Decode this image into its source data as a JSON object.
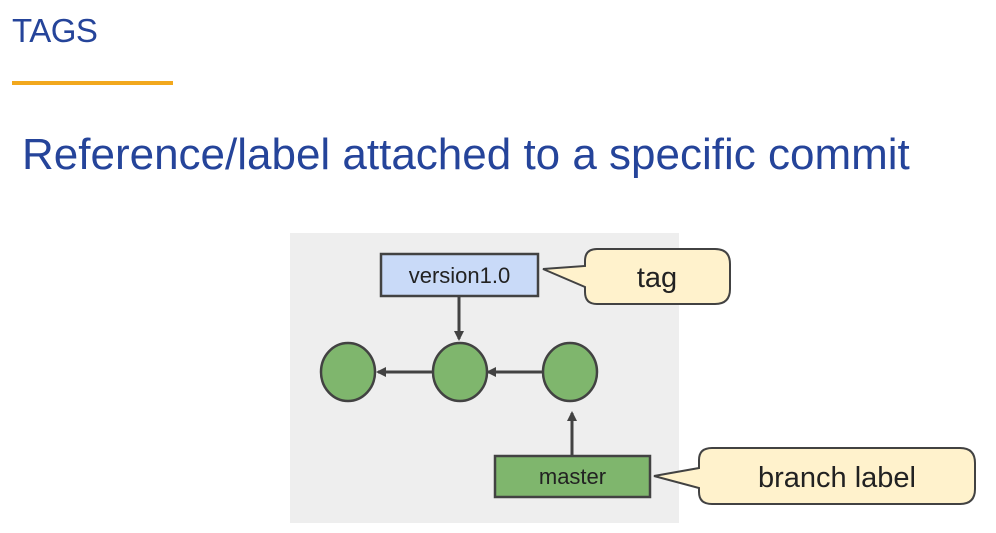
{
  "header": {
    "section_title": "TAGS",
    "headline": "Reference/label attached to a specific commit"
  },
  "diagram": {
    "tag_box": {
      "label": "version1.0",
      "fill": "#c9daf8"
    },
    "branch_box": {
      "label": "master",
      "fill": "#7fb66d"
    },
    "callouts": {
      "tag": "tag",
      "branch": "branch label"
    },
    "commits": [
      {
        "id": "commit-1",
        "fill": "#7fb66d"
      },
      {
        "id": "commit-2",
        "fill": "#7fb66d"
      },
      {
        "id": "commit-3",
        "fill": "#7fb66d"
      }
    ],
    "colors": {
      "panel": "#eeeeee",
      "stroke": "#424242",
      "callout_fill": "#fff2cc",
      "title": "#25449a",
      "accent": "#f2a81d"
    }
  }
}
